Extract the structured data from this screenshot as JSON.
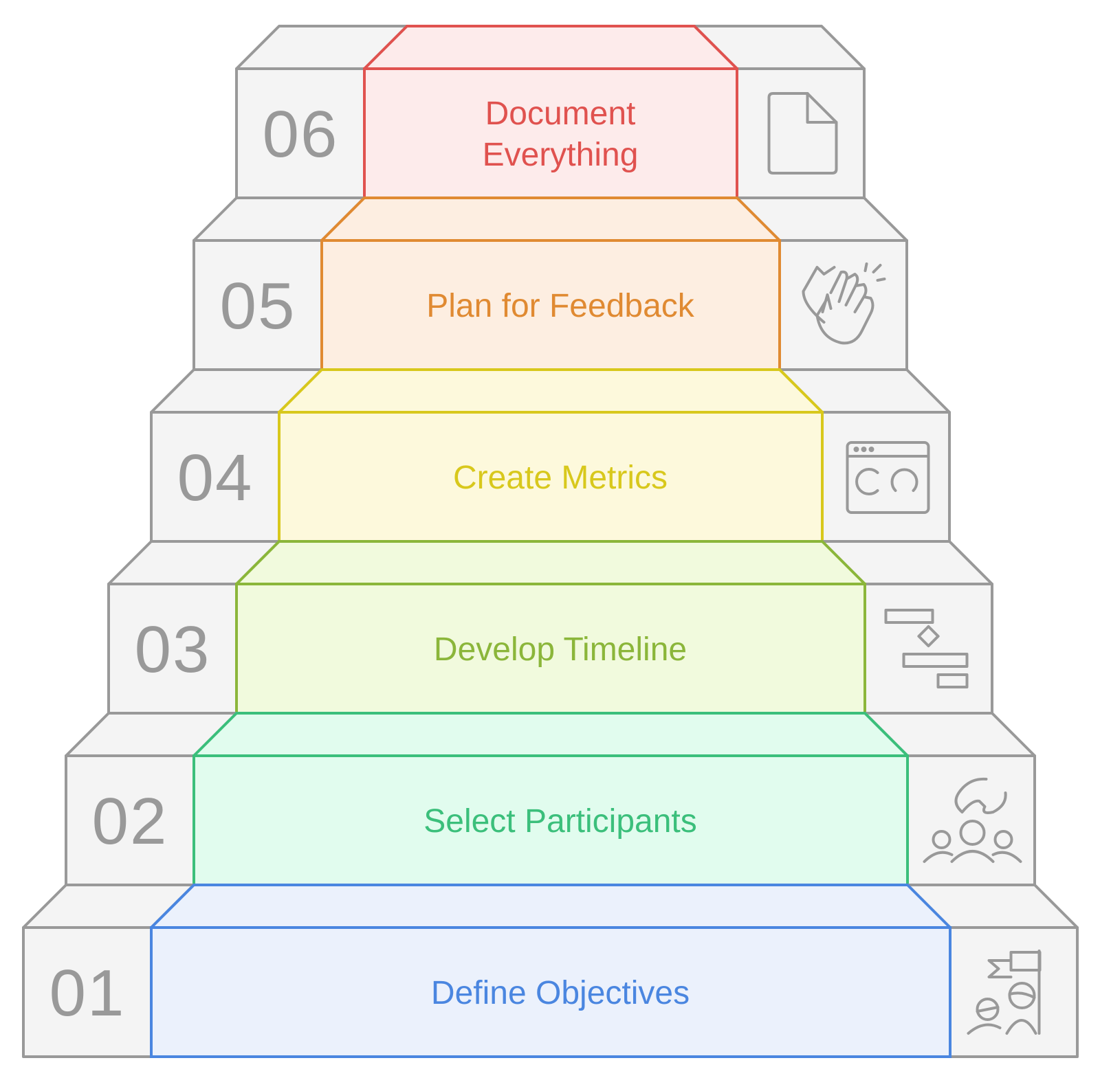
{
  "steps": [
    {
      "number": "01",
      "label_lines": [
        "Define Objectives"
      ],
      "color": "#4a86e0",
      "fill": "#ebf1fc",
      "icon": "team-goal-icon"
    },
    {
      "number": "02",
      "label_lines": [
        "Select Participants"
      ],
      "color": "#3bbf7b",
      "fill": "#e1fcee",
      "icon": "select-people-icon"
    },
    {
      "number": "03",
      "label_lines": [
        "Develop Timeline"
      ],
      "color": "#8bb63a",
      "fill": "#f1fadd",
      "icon": "gantt-timeline-icon"
    },
    {
      "number": "04",
      "label_lines": [
        "Create Metrics"
      ],
      "color": "#d8c81c",
      "fill": "#fdf9dc",
      "icon": "dashboard-metrics-icon"
    },
    {
      "number": "05",
      "label_lines": [
        "Plan for Feedback"
      ],
      "color": "#e08a32",
      "fill": "#fdeee1",
      "icon": "clapping-hands-icon"
    },
    {
      "number": "06",
      "label_lines": [
        "Document",
        "Everything"
      ],
      "color": "#e0524f",
      "fill": "#fdebeb",
      "icon": "document-icon"
    }
  ]
}
